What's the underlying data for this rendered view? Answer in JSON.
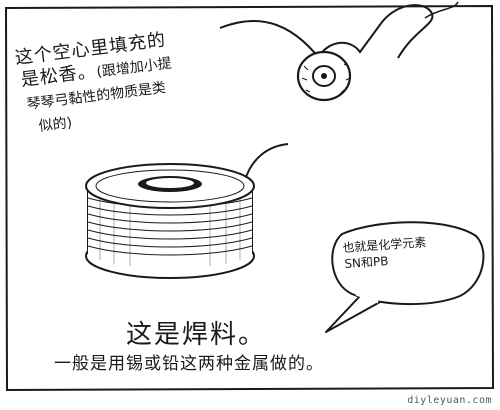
{
  "note": {
    "line1": "这个空心里填充的",
    "line2_main": "是松香。",
    "line2_paren": "(跟增加小提",
    "line3": "琴琴弓黏性的物质是类",
    "line4": "似的)"
  },
  "bubble": {
    "line1": "也就是化学元素",
    "line2": "SN和PB"
  },
  "caption": {
    "title": "这是焊料。",
    "subtitle": "一般是用锡或铅这两种金属做的。"
  },
  "watermark": "diyleyuan.com",
  "colors": {
    "ink": "#1a1a1a",
    "paper": "#ffffff"
  }
}
